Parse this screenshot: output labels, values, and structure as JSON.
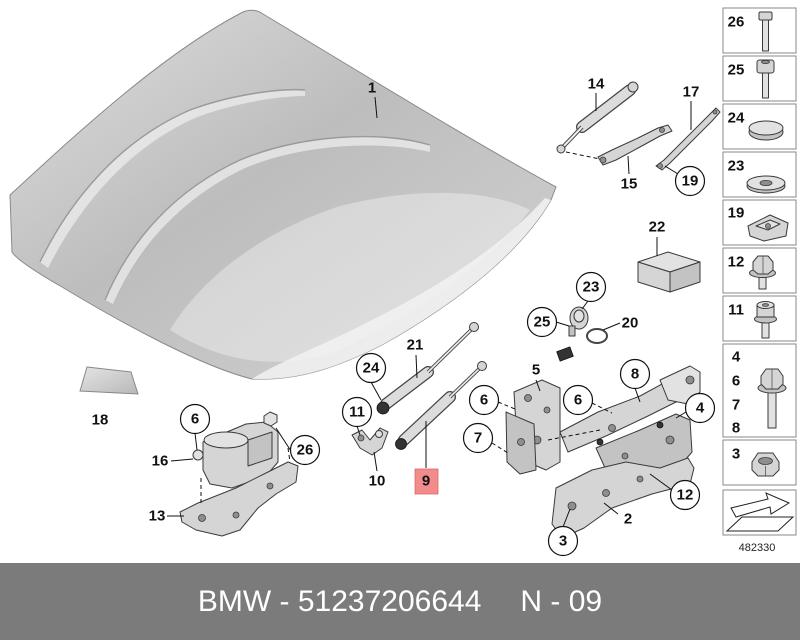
{
  "diagram": {
    "callouts": [
      "1",
      "14",
      "17",
      "19",
      "15",
      "22",
      "23",
      "25",
      "20",
      "21",
      "24",
      "5",
      "8",
      "6",
      "6",
      "4",
      "11",
      "7",
      "10",
      "9",
      "12",
      "2",
      "3",
      "6",
      "26",
      "16",
      "13",
      "18"
    ]
  },
  "legend": {
    "labels": [
      "26",
      "25",
      "24",
      "23",
      "19",
      "12",
      "11",
      "4",
      "6",
      "7",
      "8",
      "3"
    ],
    "icons": [
      "bolt-icon",
      "socket-head-screw-icon",
      "plug-cap-icon",
      "washer-icon",
      "clip-nut-icon",
      "hex-flange-bolt-icon",
      "torx-bolt-icon",
      "hex-nut-bolt-icon",
      "hex-nut-icon",
      "direction-arrow-icon"
    ]
  },
  "reference_number": "482330",
  "footer": {
    "part_number_text": "BMW - 51237206644",
    "note_text": "N - 09"
  },
  "colors": {
    "highlight": "#f28b8b",
    "footer_background": "#7b7b7b"
  }
}
